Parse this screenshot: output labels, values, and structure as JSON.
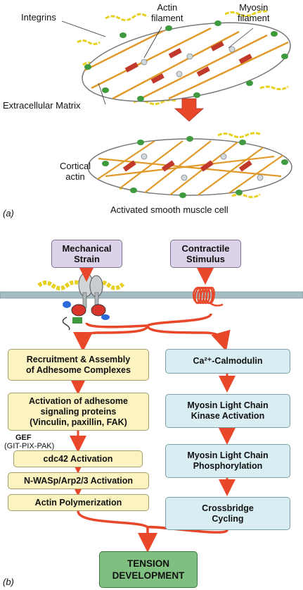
{
  "panel_a": {
    "label": "(a)",
    "integrins": "Integrins",
    "actin_filament": "Actin\nfilament",
    "myosin_filament": "Myosin\nfilament",
    "extracellular_matrix": "Extracellular Matrix",
    "cortical_actin": "Cortical\nactin",
    "caption": "Activated smooth muscle cell"
  },
  "panel_b": {
    "label": "(b)",
    "mechanical_strain": "Mechanical\nStrain",
    "contractile_stimulus": "Contractile\nStimulus",
    "left_steps": [
      "Recruitment & Assembly\nof Adhesome Complexes",
      "Activation of adhesome\nsignaling proteins\n(Vinculin, paxillin, FAK)",
      "cdc42 Activation",
      "N-WASp/Arp2/3 Activation",
      "Actin Polymerization"
    ],
    "gef_label": "GEF",
    "gef_detail": "(GIT-PIX-PAK)",
    "right_steps": [
      "Ca²⁺-Calmodulin",
      "Myosin Light Chain\nKinase Activation",
      "Myosin Light Chain\nPhosphorylation",
      "Crossbridge\nCycling"
    ],
    "outcome": "TENSION\nDEVELOPMENT"
  },
  "colors": {
    "arrow": "#e8472a",
    "membrane": "#a8bcc4",
    "cell_outline": "#777777",
    "actin": "#e09a2a",
    "myosin": "#c0392b",
    "integrin": "#3f9a3f",
    "ecm": "#e8d020"
  }
}
